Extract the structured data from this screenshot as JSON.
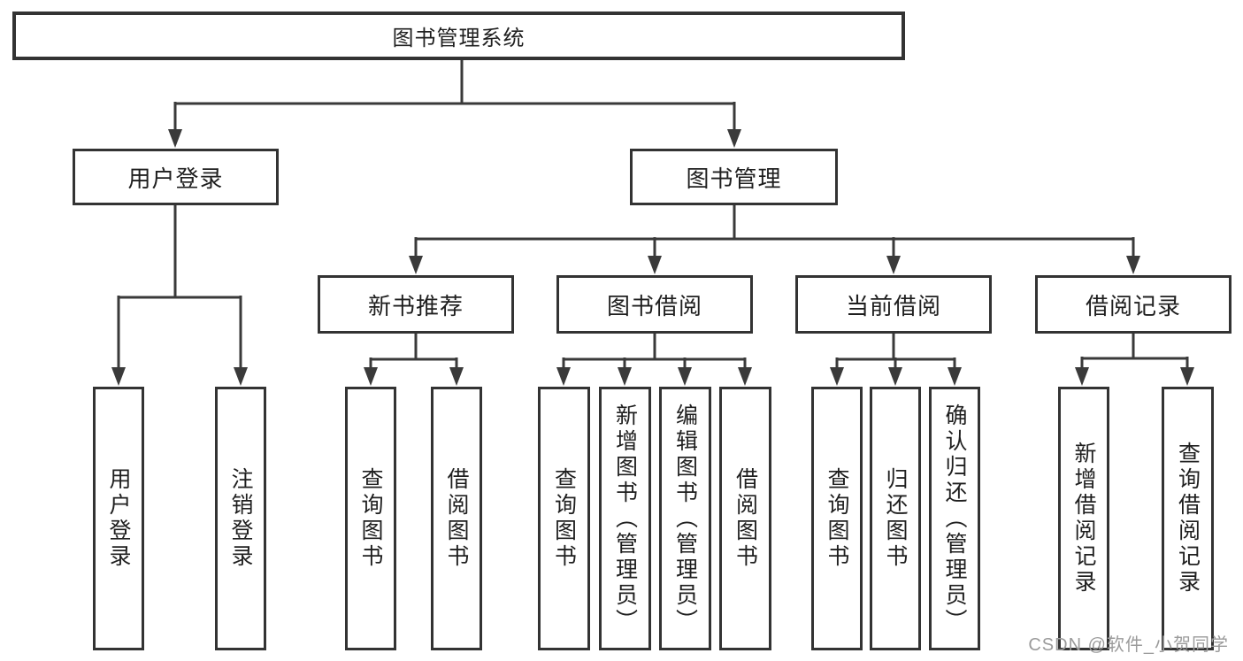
{
  "diagram": {
    "root": {
      "label": "图书管理系统"
    },
    "branches": [
      {
        "label": "用户登录",
        "children": [
          {
            "label": "用户登录"
          },
          {
            "label": "注销登录"
          }
        ]
      },
      {
        "label": "图书管理",
        "children": [
          {
            "label": "新书推荐",
            "children": [
              {
                "label": "查询图书"
              },
              {
                "label": "借阅图书"
              }
            ]
          },
          {
            "label": "图书借阅",
            "children": [
              {
                "label": "查询图书"
              },
              {
                "label": "新增图书（管理员）"
              },
              {
                "label": "编辑图书（管理员）"
              },
              {
                "label": "借阅图书"
              }
            ]
          },
          {
            "label": "当前借阅",
            "children": [
              {
                "label": "查询图书"
              },
              {
                "label": "归还图书"
              },
              {
                "label": "确认归还（管理员）"
              }
            ]
          },
          {
            "label": "借阅记录",
            "children": [
              {
                "label": "新增借阅记录"
              },
              {
                "label": "查询借阅记录"
              }
            ]
          }
        ]
      }
    ]
  },
  "watermark": {
    "text": "CSDN @软件_小贺同学"
  },
  "colors": {
    "line": "#3a3a3a",
    "box_border": "#333333",
    "text": "#1f1f1f",
    "background": "#ffffff",
    "watermark": "#9b9b9b"
  }
}
